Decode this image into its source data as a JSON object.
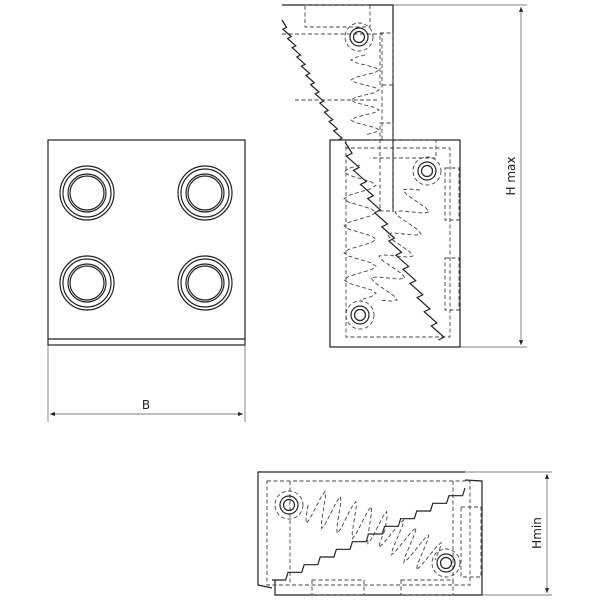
{
  "dimensions": {
    "width_label": "B",
    "height_max_label": "H max",
    "height_min_label": "Hmin"
  },
  "colors": {
    "line": "#222222",
    "hidden_line": "#444444"
  }
}
